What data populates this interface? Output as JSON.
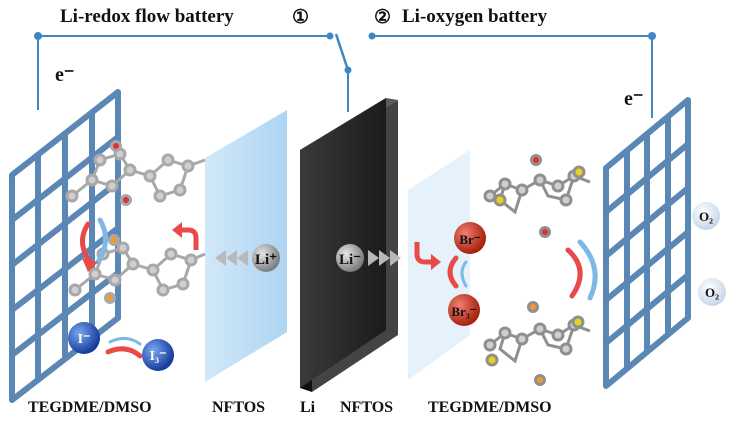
{
  "titles": {
    "left": "Li-redox flow battery",
    "left_num": "①",
    "right_num": "②",
    "right": "Li-oxygen battery"
  },
  "electron_left": "e⁻",
  "electron_right": "e⁻",
  "ions": {
    "li_plus": "Li⁺",
    "li_minus": "Li⁻",
    "br_minus": "Br⁻",
    "br3_minus": "Br₃⁻",
    "i_minus": "I⁻",
    "i3_minus": "I₃⁻",
    "o2_a": "O₂",
    "o2_b": "O₂"
  },
  "bottom_labels": {
    "left_solvent": "TEGDME/DMSO",
    "left_membrane": "NFTOS",
    "anode": "Li",
    "right_membrane": "NFTOS",
    "right_solvent": "TEGDME/DMSO"
  },
  "colors": {
    "wire": "#3d88c4",
    "grid": "#5b87b5",
    "membrane": "#a9d3f2",
    "li_dark": "#1f1f1f",
    "red_arrow": "#e84a4a",
    "blue_arrow": "#7fb7e6",
    "br_ball": "#c0301e",
    "i_ball": "#1f4fb8",
    "li_ball": "#9a9a9a",
    "o2_ball": "#dfe9f5"
  }
}
